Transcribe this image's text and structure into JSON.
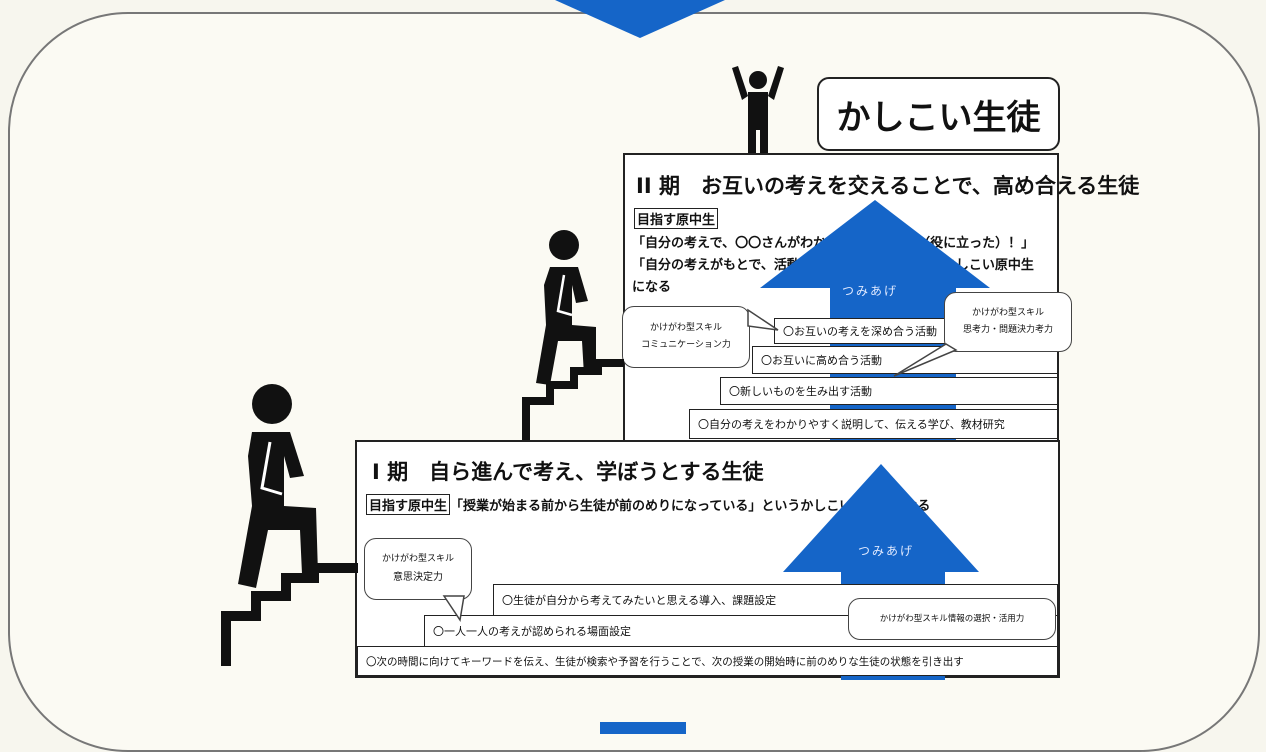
{
  "colors": {
    "arrow_blue": "#1565c8",
    "ink": "#111111",
    "frame": "#777777",
    "paper": "#fbfaf3"
  },
  "headline": "かしこい生徒",
  "phase2": {
    "title": "II 期　お互いの考えを交えることで、高め合える生徒",
    "goal_tag": "目指す原中生",
    "goal_line1": "「自分の考えで、〇〇さんがわかるようになった（役に立った）！」",
    "goal_line2": "「自分の考えがもとで、活動が活発になった」というかしこい原中生",
    "goal_line3": "になる",
    "arrow_label": "つみあげ",
    "steps": [
      "〇お互いの考えを深め合う活動",
      "〇お互いに高め合う活動",
      "〇新しいものを生み出す活動",
      "〇自分の考えをわかりやすく説明して、伝える学び、教材研究"
    ],
    "bubble_left": {
      "line1": "かけがわ型スキル",
      "line2": "コミュニケーション力"
    },
    "bubble_right": {
      "line1": "かけがわ型スキル",
      "line2": "思考力・問題決力考力"
    }
  },
  "phase1": {
    "title": "I 期　自ら進んで考え、学ぼうとする生徒",
    "goal_tag": "目指す原中生",
    "goal_line": "「授業が始まる前から生徒が前のめりになっている」というかしこい原中生になる",
    "arrow_label": "つみあげ",
    "steps": [
      "〇生徒が自分から考えてみたいと思える導入、課題設定",
      "〇一人一人の考えが認められる場面設定",
      "〇次の時間に向けてキーワードを伝え、生徒が検索や予習を行うことで、次の授業の開始時に前のめりな生徒の状態を引き出す"
    ],
    "bubble_left": {
      "line1": "かけがわ型スキル",
      "line2": "意思決定力"
    },
    "bubble_right": {
      "line1": "かけがわ型スキル情報の選択・活用力"
    }
  }
}
